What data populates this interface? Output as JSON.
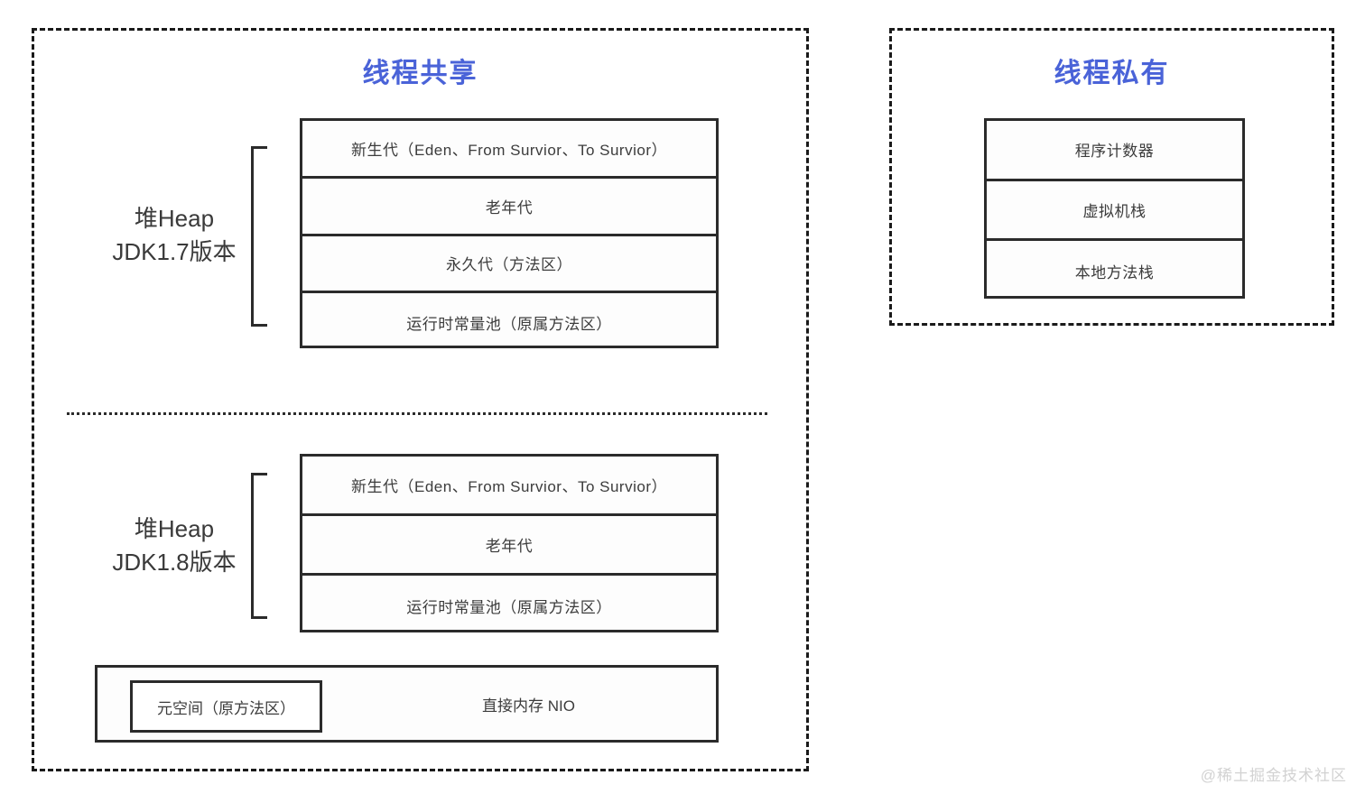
{
  "diagram": {
    "title_shared": "线程共享",
    "title_private": "线程私有",
    "shared": {
      "jdk17": {
        "label_line1": "堆Heap",
        "label_line2": "JDK1.7版本",
        "regions": [
          "新生代（Eden、From Survior、To Survior）",
          "老年代",
          "永久代（方法区）",
          "运行时常量池（原属方法区）"
        ]
      },
      "jdk18": {
        "label_line1": "堆Heap",
        "label_line2": "JDK1.8版本",
        "regions": [
          "新生代（Eden、From Survior、To Survior）",
          "老年代",
          "运行时常量池（原属方法区）"
        ]
      },
      "bottom_bar": {
        "metaspace": "元空间（原方法区）",
        "direct_memory": "直接内存 NIO"
      }
    },
    "private": {
      "regions": [
        "程序计数器",
        "虚拟机栈",
        "本地方法栈"
      ]
    },
    "watermark": "@稀土掘金技术社区",
    "colors": {
      "title_blue": "#4a63d8",
      "line_black": "#2b2b2b",
      "text_gray": "#3c3c3c",
      "watermark_gray": "#d2d2d2"
    }
  }
}
